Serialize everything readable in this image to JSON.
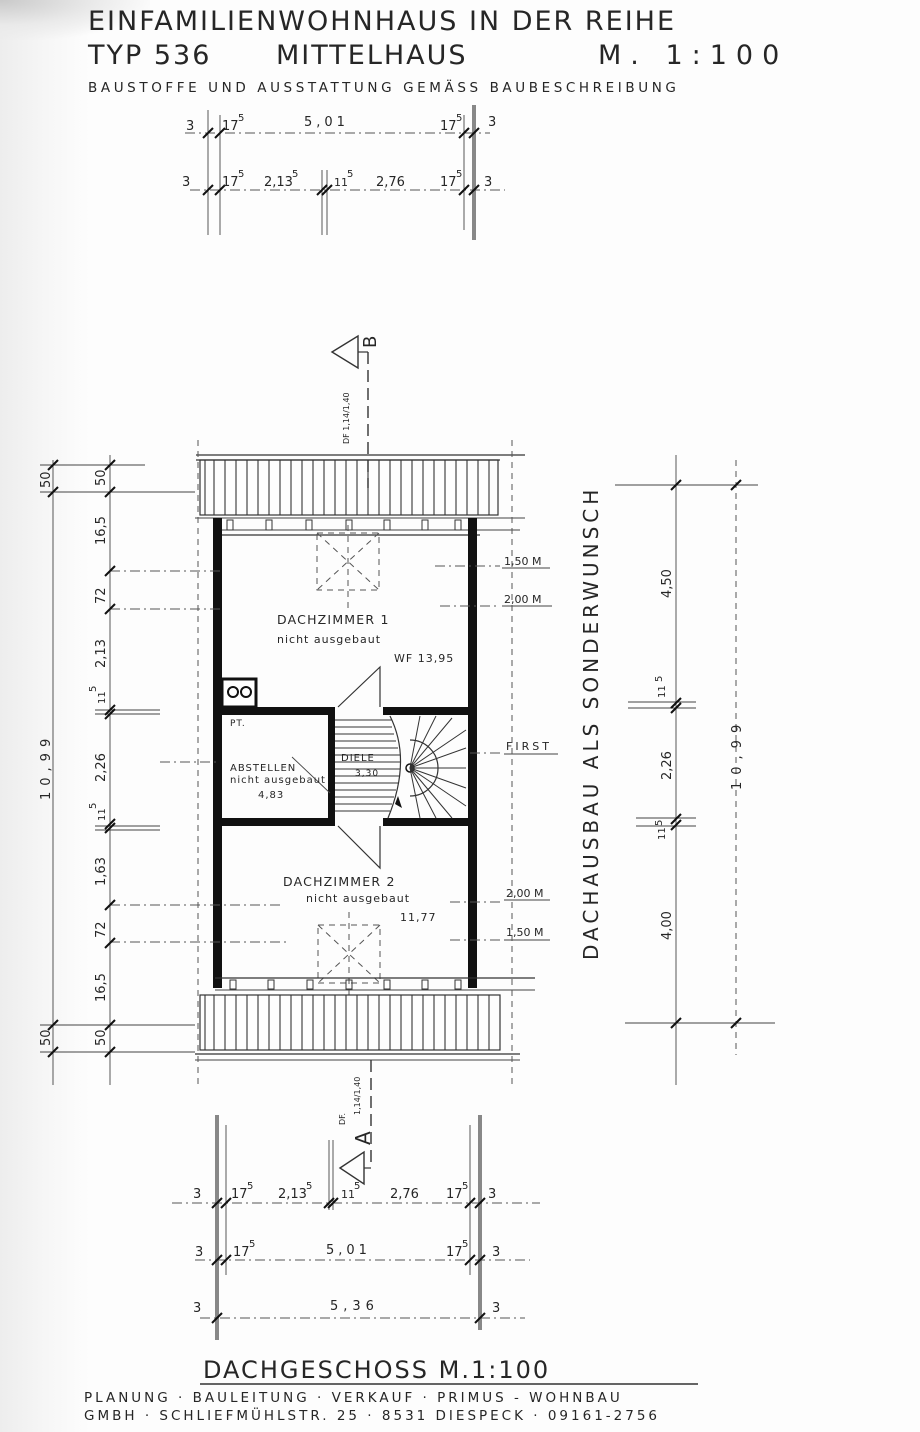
{
  "header": {
    "title_line1": "EINFAMILIENWOHNHAUS IN DER REIHE",
    "title_line2_type": "TYP 536",
    "title_line2_house": "MITTELHAUS",
    "title_line2_scale": "M. 1:100",
    "subtitle": "BAUSTOFFE UND AUSSTATTUNG GEMÄSS BAUBESCHREIBUNG"
  },
  "top_dimensions": {
    "row1": {
      "left_wall": "3",
      "left_insul": "17",
      "left_insul_sup": "5",
      "span": "5,01",
      "right_insul": "17",
      "right_insul_sup": "5",
      "right_wall": "3"
    },
    "row2": {
      "left_wall": "3",
      "left_insul": "17",
      "left_insul_sup": "5",
      "seg1": "2,13",
      "seg1_sup": "5",
      "mid": "11",
      "mid_sup": "5",
      "seg2": "2,76",
      "right_insul": "17",
      "right_insul_sup": "5",
      "right_wall": "3"
    }
  },
  "section_markers": {
    "b": {
      "letter": "B",
      "note": "DF 1,14/1,40"
    },
    "a": {
      "letter": "A",
      "note_top": "DF.",
      "note_bottom": "1,14/1,40"
    }
  },
  "rooms": {
    "dachzimmer1": {
      "name": "DACHZIMMER 1",
      "status": "nicht ausgebaut",
      "area": "WF 13,95"
    },
    "abstellen": {
      "code": "PT.",
      "name": "ABSTELLEN",
      "status": "nicht ausgebaut",
      "area": "4,83"
    },
    "diele": {
      "name": "DIELE",
      "area": "3,30"
    },
    "dachzimmer2": {
      "name": "DACHZIMMER 2",
      "status": "nicht ausgebaut",
      "area": "11,77"
    }
  },
  "height_marks": {
    "upper_150": "1,50 M",
    "upper_200": "2,00 M",
    "first": "FIRST",
    "lower_200": "2,00 M",
    "lower_150": "1,50 M"
  },
  "left_dimensions": {
    "outer_top": "50",
    "outer_total": "10,99",
    "outer_bottom": "50",
    "inner": [
      "50",
      "16,5",
      "72",
      "2,13",
      "11",
      "2,26",
      "11",
      "1,63",
      "72",
      "16,5",
      "50"
    ],
    "inner_sup": "5"
  },
  "right_side": {
    "vertical_label": "DACHAUSBAU ALS SONDERWUNSCH",
    "dims": {
      "upper": "4,50",
      "mid_a": "11",
      "mid": "2,26",
      "mid_b": "11",
      "lower": "4,00",
      "sup": "5",
      "total": "10,99"
    }
  },
  "bottom_dimensions": {
    "row1": {
      "left_wall": "3",
      "left_insul": "17",
      "left_insul_sup": "5",
      "seg1": "2,13",
      "seg1_sup": "5",
      "mid": "11",
      "mid_sup": "5",
      "seg2": "2,76",
      "right_insul": "17",
      "right_insul_sup": "5",
      "right_wall": "3"
    },
    "row2": {
      "left_wall": "3",
      "left_insul": "17",
      "left_insul_sup": "5",
      "span": "5,01",
      "right_insul": "17",
      "right_insul_sup": "5",
      "right_wall": "3"
    },
    "row3": {
      "left_wall": "3",
      "span": "5,36",
      "right_wall": "3"
    }
  },
  "footer": {
    "title": "DACHGESCHOSS M.1:100",
    "line1": "PLANUNG · BAULEITUNG · VERKAUF · PRIMUS - WOHNBAU",
    "line2": "GMBH · SCHLIEFMÜHLSTR. 25 · 8531 DIESPECK · 09161-2756"
  }
}
